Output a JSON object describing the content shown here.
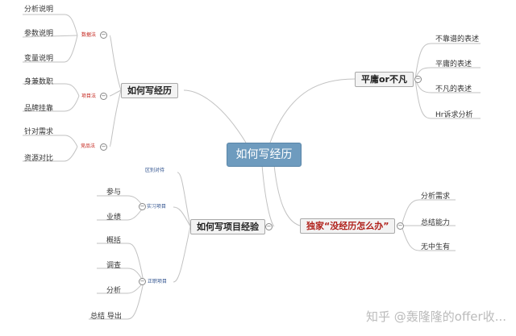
{
  "center": "如何写经历",
  "branches": {
    "how_to_write": {
      "label": "如何写经历",
      "groups": [
        {
          "label": "数据法",
          "items": [
            "分析说明",
            "参数说明",
            "变量说明"
          ]
        },
        {
          "label": "项目法",
          "items": [
            "身兼数职",
            "品牌挂靠"
          ]
        },
        {
          "label": "竞品法",
          "items": [
            "针对需求",
            "资源对比"
          ]
        }
      ]
    },
    "mediocre": {
      "label": "平庸or不凡",
      "items": [
        "不靠谱的表述",
        "平庸的表述",
        "不凡的表述",
        "Hr诉求分析"
      ]
    },
    "project": {
      "label": "如何写项目经验",
      "groups": [
        {
          "label": "区别对待",
          "items": []
        },
        {
          "label": "实习项目",
          "items": [
            "参与",
            "业绩"
          ]
        },
        {
          "label": "正职项目",
          "items": [
            "概括",
            "调查",
            "分析",
            "总结 导出"
          ]
        }
      ]
    },
    "no_experience": {
      "label": "独家“没经历怎么办”",
      "items": [
        "分析需求",
        "总结能力",
        "无中生有"
      ]
    }
  },
  "watermark": "知乎 @轰隆隆的offer收...",
  "toggle_symbol": "−",
  "colors": {
    "center_bg": "#6e9bbe",
    "branch_line": "#c0c0c0",
    "red_label": "#c4241c",
    "blue_label": "#2c4f8c"
  }
}
